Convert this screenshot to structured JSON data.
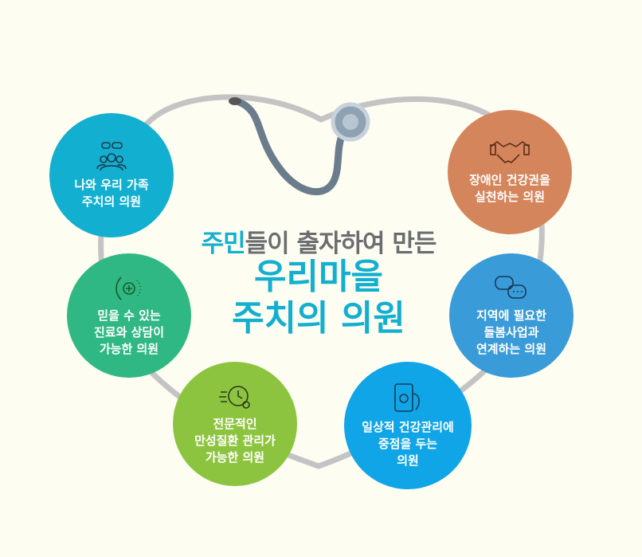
{
  "title": {
    "highlight": "주민",
    "line1_rest": "들이 출자하여 만든",
    "line2": "우리마을\n주치의 의원"
  },
  "items": [
    {
      "label": "나와 우리 가족\n주치의 의원",
      "icon": "family-chat-icon",
      "color": "#12afd0"
    },
    {
      "label": "믿을 수 있는\n진료와 상담이\n가능한 의원",
      "icon": "phone-medical-icon",
      "color": "#2fb884"
    },
    {
      "label": "전문적인\n만성질환 관리가\n가능한 의원",
      "icon": "clock-plus-icon",
      "color": "#8dc43f"
    },
    {
      "label": "일상적 건강관리에\n중점을 두는\n의원",
      "icon": "tablet-stethoscope-icon",
      "color": "#10a5e6"
    },
    {
      "label": "지역에 필요한\n돌봄사업과\n연계하는 의원",
      "icon": "chat-bubbles-icon",
      "color": "#3a9bd9"
    },
    {
      "label": "장애인 건강권을\n실천하는 의원",
      "icon": "handshake-icon",
      "color": "#d5855b"
    }
  ]
}
